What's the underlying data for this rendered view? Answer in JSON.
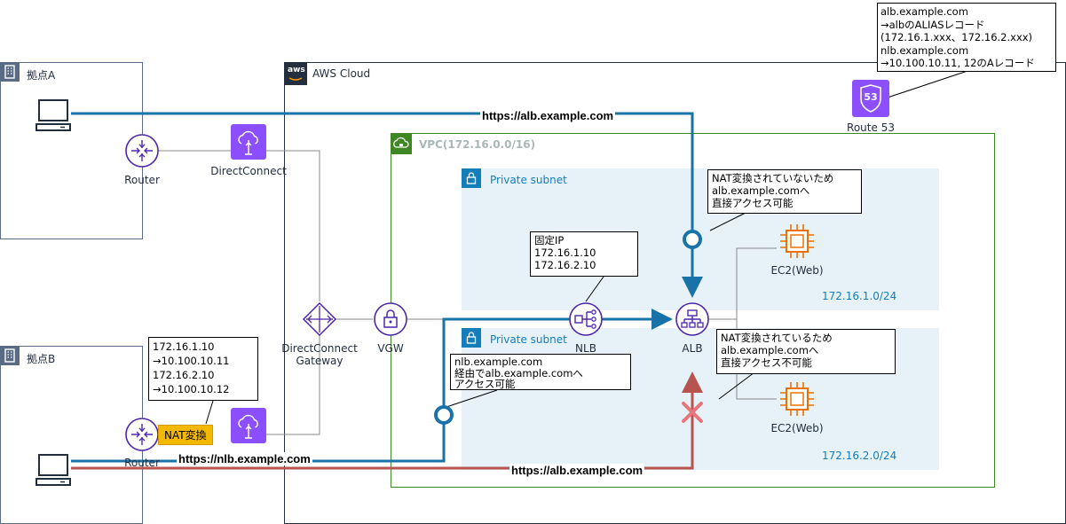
{
  "groups": {
    "site_a": "拠点A",
    "site_b": "拠点B",
    "aws_cloud": "AWS Cloud",
    "vpc": "VPC(172.16.0.0/16)",
    "subnet_top": "Private subnet",
    "subnet_bottom": "Private subnet",
    "subnet_top_cidr": "172.16.1.0/24",
    "subnet_bottom_cidr": "172.16.2.0/24"
  },
  "nodes": {
    "router_a": "Router",
    "router_b": "Router",
    "directconnect": "DirectConnect",
    "dc_gateway": "DirectConnect\nGateway",
    "vgw": "VGW",
    "nlb": "NLB",
    "alb": "ALB",
    "ec2_top": "EC2(Web)",
    "ec2_bottom": "EC2(Web)",
    "route53": "Route 53",
    "nat": "NAT変換",
    "aws_logo": "aws",
    "route53_badge": "53"
  },
  "urls": {
    "top_alb": "https://alb.example.com",
    "nlb": "https://nlb.example.com",
    "bottom_alb": "https://alb.example.com"
  },
  "callouts": {
    "route53": "alb.example.com\n→albのALIASレコード\n(172.16.1.xxx、172.16.2.xxx)\nnlb.example.com\n→10.100.10.11, 12のAレコード",
    "nat_ok": "NAT変換されていないため\nalb.example.comへ\n直接アクセス可能",
    "fixed_ip": "固定IP\n172.16.1.10\n172.16.2.10",
    "nat_ng": "NAT変換されているため\nalb.example.comへ\n直接アクセス不可能",
    "via_nlb": "nlb.example.com\n経由でalb.example.comへ\nアクセス可能",
    "nat_map": "172.16.1.10\n→10.100.10.11\n172.16.2.10\n→10.100.10.12"
  },
  "colors": {
    "blue_path": "#1a73a8",
    "red_path": "#b85450",
    "purple_icon": "#8c4fff",
    "ec2_orange": "#ed7100",
    "vpc_green": "#3f8624",
    "subnet_blue": "#147eba"
  }
}
